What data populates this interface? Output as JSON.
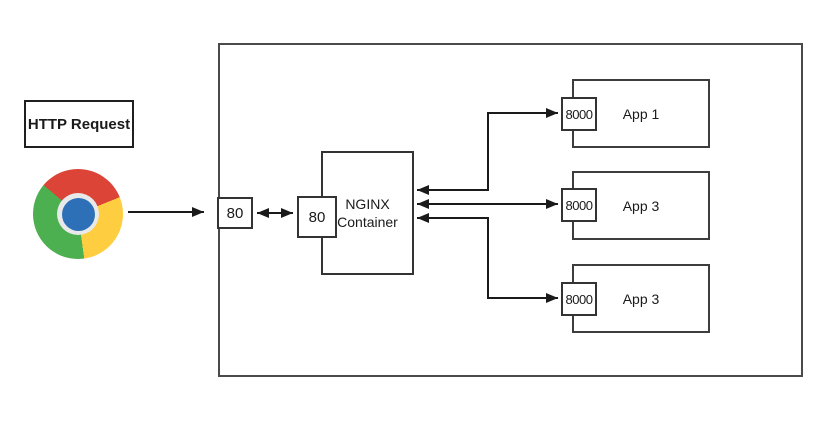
{
  "diagram": {
    "request": {
      "label": "HTTP Request"
    },
    "browser": {
      "icon": "chrome-icon"
    },
    "host": {
      "port": "80"
    },
    "nginx": {
      "port": "80",
      "name_line1": "NGINX",
      "name_line2": "Container"
    },
    "apps": [
      {
        "port": "8000",
        "label": "App 1"
      },
      {
        "port": "8000",
        "label": "App 3"
      },
      {
        "port": "8000",
        "label": "App 3"
      }
    ],
    "colors": {
      "background": "#ffffff",
      "line": "#1a1a1a",
      "box_border": "#333333",
      "outer_border": "#4a4a4a",
      "chrome_red": "#db4437",
      "chrome_yellow": "#ffcd40",
      "chrome_green": "#4caf50",
      "chrome_blue": "#2d70b7",
      "chrome_ring": "#e9e9e9"
    }
  }
}
